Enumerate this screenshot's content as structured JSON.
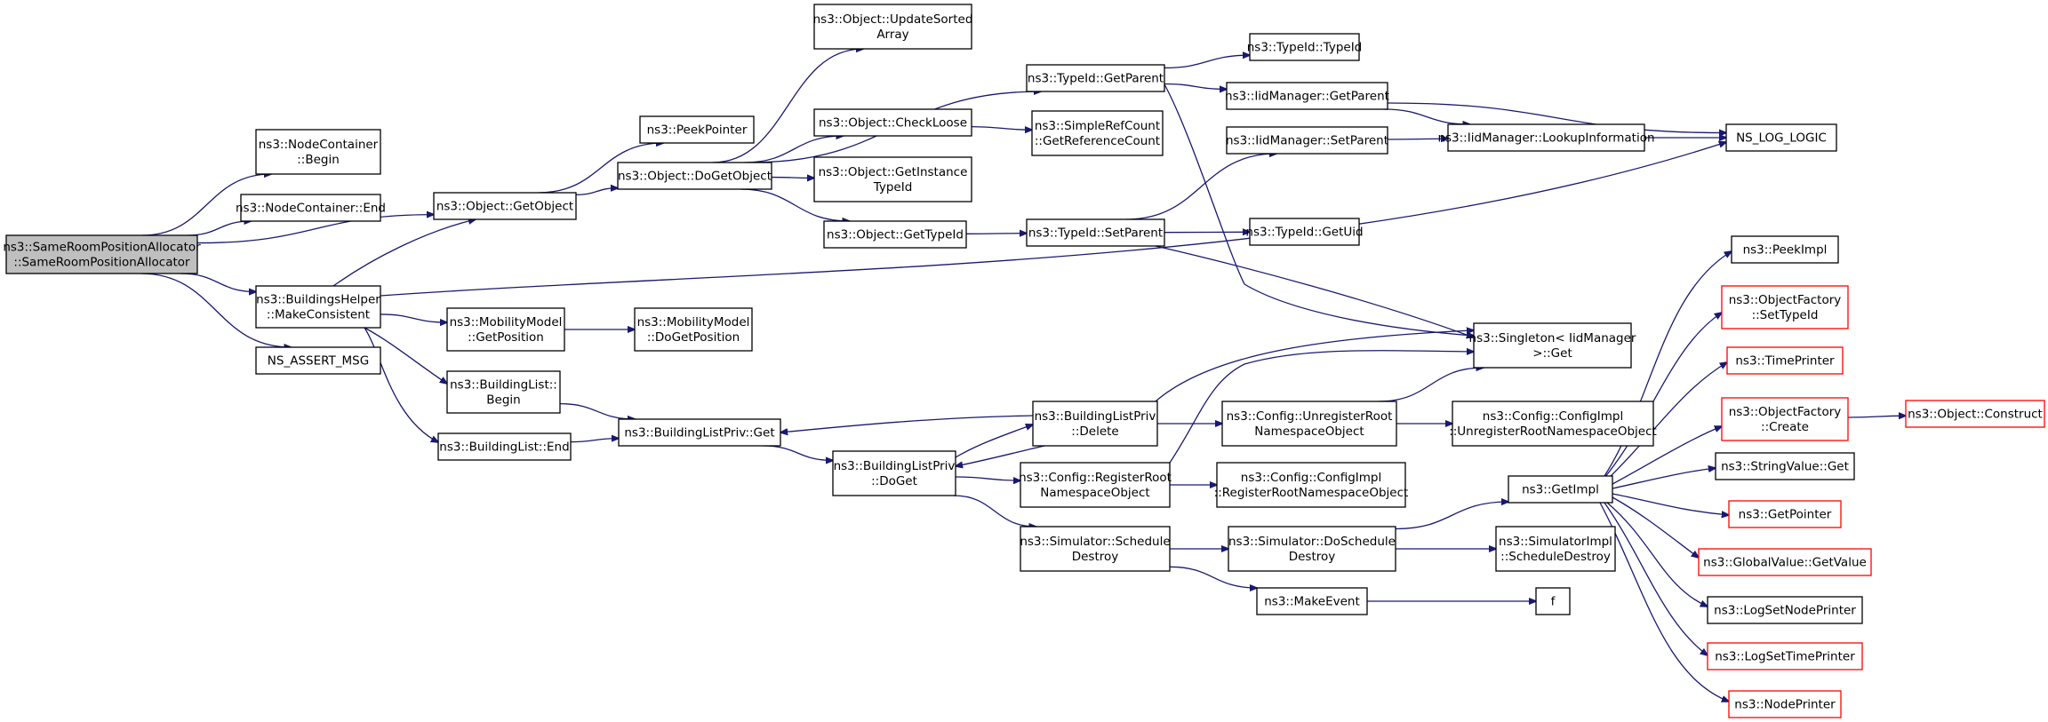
{
  "nodes": [
    {
      "id": "root",
      "lines": [
        "ns3::SameRoomPositionAllocator",
        "::SameRoomPositionAllocator"
      ],
      "root": true
    },
    {
      "id": "nc_begin",
      "lines": [
        "ns3::NodeContainer",
        "::Begin"
      ]
    },
    {
      "id": "nc_end",
      "lines": [
        "ns3::NodeContainer::End"
      ]
    },
    {
      "id": "obj_getobject",
      "lines": [
        "ns3::Object::GetObject"
      ]
    },
    {
      "id": "bh_make",
      "lines": [
        "ns3::BuildingsHelper",
        "::MakeConsistent"
      ]
    },
    {
      "id": "ns_assert",
      "lines": [
        "NS_ASSERT_MSG"
      ]
    },
    {
      "id": "peekpointer",
      "lines": [
        "ns3::PeekPointer"
      ]
    },
    {
      "id": "dogetobject",
      "lines": [
        "ns3::Object::DoGetObject"
      ]
    },
    {
      "id": "updatesorted",
      "lines": [
        "ns3::Object::UpdateSorted",
        "Array"
      ]
    },
    {
      "id": "checkloose",
      "lines": [
        "ns3::Object::CheckLoose"
      ]
    },
    {
      "id": "getinstance",
      "lines": [
        "ns3::Object::GetInstance",
        "TypeId"
      ]
    },
    {
      "id": "obj_gettypeid",
      "lines": [
        "ns3::Object::GetTypeId"
      ]
    },
    {
      "id": "tid_getparent",
      "lines": [
        "ns3::TypeId::GetParent"
      ]
    },
    {
      "id": "simplerefcount",
      "lines": [
        "ns3::SimpleRefCount",
        "::GetReferenceCount"
      ]
    },
    {
      "id": "tid_setparent",
      "lines": [
        "ns3::TypeId::SetParent"
      ]
    },
    {
      "id": "tid_typeid",
      "lines": [
        "ns3::TypeId::TypeId"
      ]
    },
    {
      "id": "iid_getparent",
      "lines": [
        "ns3::IidManager::GetParent"
      ]
    },
    {
      "id": "iid_setparent",
      "lines": [
        "ns3::IidManager::SetParent"
      ]
    },
    {
      "id": "tid_getuid",
      "lines": [
        "ns3::TypeId::GetUid"
      ]
    },
    {
      "id": "iid_lookup",
      "lines": [
        "ns3::IidManager::LookupInformation"
      ]
    },
    {
      "id": "ns_log_logic",
      "lines": [
        "NS_LOG_LOGIC"
      ]
    },
    {
      "id": "singleton_get",
      "lines": [
        "ns3::Singleton< IidManager",
        " >::Get"
      ]
    },
    {
      "id": "mm_getposition",
      "lines": [
        "ns3::MobilityModel",
        "::GetPosition"
      ]
    },
    {
      "id": "mm_dogetposition",
      "lines": [
        "ns3::MobilityModel",
        "::DoGetPosition"
      ]
    },
    {
      "id": "bl_begin",
      "lines": [
        "ns3::BuildingList::",
        "Begin"
      ]
    },
    {
      "id": "bl_end",
      "lines": [
        "ns3::BuildingList::End"
      ]
    },
    {
      "id": "blp_get",
      "lines": [
        "ns3::BuildingListPriv::Get"
      ]
    },
    {
      "id": "blp_doget",
      "lines": [
        "ns3::BuildingListPriv",
        "::DoGet"
      ]
    },
    {
      "id": "blp_delete",
      "lines": [
        "ns3::BuildingListPriv",
        "::Delete"
      ]
    },
    {
      "id": "cfg_unregister",
      "lines": [
        "ns3::Config::UnregisterRoot",
        "NamespaceObject"
      ]
    },
    {
      "id": "cfgimpl_unregister",
      "lines": [
        "ns3::Config::ConfigImpl",
        "::UnregisterRootNamespaceObject"
      ]
    },
    {
      "id": "cfg_register",
      "lines": [
        "ns3::Config::RegisterRoot",
        "NamespaceObject"
      ]
    },
    {
      "id": "cfgimpl_register",
      "lines": [
        "ns3::Config::ConfigImpl",
        "::RegisterRootNamespaceObject"
      ]
    },
    {
      "id": "sim_schedule",
      "lines": [
        "ns3::Simulator::Schedule",
        "Destroy"
      ]
    },
    {
      "id": "sim_doschedule",
      "lines": [
        "ns3::Simulator::DoSchedule",
        "Destroy"
      ]
    },
    {
      "id": "makeevent",
      "lines": [
        "ns3::MakeEvent"
      ]
    },
    {
      "id": "f",
      "lines": [
        "f"
      ]
    },
    {
      "id": "getimpl",
      "lines": [
        "ns3::GetImpl"
      ]
    },
    {
      "id": "simimpl_schedule",
      "lines": [
        "ns3::SimulatorImpl",
        "::ScheduleDestroy"
      ]
    },
    {
      "id": "peekimpl",
      "lines": [
        "ns3::PeekImpl"
      ]
    },
    {
      "id": "of_settypeid",
      "lines": [
        "ns3::ObjectFactory",
        "::SetTypeId"
      ],
      "truncated": true
    },
    {
      "id": "timeprinter",
      "lines": [
        "ns3::TimePrinter"
      ],
      "truncated": true
    },
    {
      "id": "of_create",
      "lines": [
        "ns3::ObjectFactory",
        "::Create"
      ],
      "truncated": true
    },
    {
      "id": "obj_construct",
      "lines": [
        "ns3::Object::Construct"
      ],
      "truncated": true
    },
    {
      "id": "stringvalue_get",
      "lines": [
        "ns3::StringValue::Get"
      ]
    },
    {
      "id": "getpointer",
      "lines": [
        "ns3::GetPointer"
      ],
      "truncated": true
    },
    {
      "id": "gv_getvalue",
      "lines": [
        "ns3::GlobalValue::GetValue"
      ],
      "truncated": true
    },
    {
      "id": "logsetnodeprinter",
      "lines": [
        "ns3::LogSetNodePrinter"
      ]
    },
    {
      "id": "logsettimeprinter",
      "lines": [
        "ns3::LogSetTimePrinter"
      ],
      "truncated": true
    },
    {
      "id": "nodeprinter",
      "lines": [
        "ns3::NodePrinter"
      ],
      "truncated": true
    }
  ],
  "edges": [
    [
      "root",
      "nc_begin"
    ],
    [
      "root",
      "nc_end"
    ],
    [
      "root",
      "obj_getobject"
    ],
    [
      "root",
      "bh_make"
    ],
    [
      "root",
      "ns_assert"
    ],
    [
      "obj_getobject",
      "peekpointer"
    ],
    [
      "obj_getobject",
      "dogetobject"
    ],
    [
      "dogetobject",
      "updatesorted"
    ],
    [
      "dogetobject",
      "tid_getparent"
    ],
    [
      "dogetobject",
      "checkloose"
    ],
    [
      "dogetobject",
      "getinstance"
    ],
    [
      "dogetobject",
      "obj_gettypeid"
    ],
    [
      "checkloose",
      "simplerefcount"
    ],
    [
      "tid_getparent",
      "tid_typeid"
    ],
    [
      "tid_getparent",
      "iid_getparent"
    ],
    [
      "tid_getparent",
      "singleton_get"
    ],
    [
      "iid_getparent",
      "iid_lookup"
    ],
    [
      "iid_getparent",
      "ns_log_logic"
    ],
    [
      "iid_setparent",
      "iid_lookup"
    ],
    [
      "iid_lookup",
      "ns_log_logic"
    ],
    [
      "obj_gettypeid",
      "tid_setparent"
    ],
    [
      "tid_setparent",
      "iid_setparent"
    ],
    [
      "tid_setparent",
      "tid_getuid"
    ],
    [
      "tid_setparent",
      "singleton_get"
    ],
    [
      "bh_make",
      "obj_getobject"
    ],
    [
      "bh_make",
      "ns_log_logic"
    ],
    [
      "bh_make",
      "mm_getposition"
    ],
    [
      "bh_make",
      "bl_begin"
    ],
    [
      "bh_make",
      "bl_end"
    ],
    [
      "mm_getposition",
      "mm_dogetposition"
    ],
    [
      "bl_begin",
      "blp_get"
    ],
    [
      "bl_end",
      "blp_get"
    ],
    [
      "blp_get",
      "blp_doget"
    ],
    [
      "blp_doget",
      "blp_delete"
    ],
    [
      "blp_doget",
      "cfg_register"
    ],
    [
      "blp_doget",
      "sim_schedule"
    ],
    [
      "blp_delete",
      "blp_get"
    ],
    [
      "blp_delete",
      "blp_doget"
    ],
    [
      "blp_delete",
      "singleton_get"
    ],
    [
      "blp_delete",
      "cfg_unregister"
    ],
    [
      "cfg_unregister",
      "singleton_get"
    ],
    [
      "cfg_unregister",
      "cfgimpl_unregister"
    ],
    [
      "cfg_register",
      "singleton_get"
    ],
    [
      "cfg_register",
      "cfgimpl_register"
    ],
    [
      "sim_schedule",
      "sim_doschedule"
    ],
    [
      "sim_schedule",
      "makeevent"
    ],
    [
      "sim_doschedule",
      "getimpl"
    ],
    [
      "sim_doschedule",
      "simimpl_schedule"
    ],
    [
      "makeevent",
      "f"
    ],
    [
      "getimpl",
      "peekimpl"
    ],
    [
      "getimpl",
      "of_settypeid"
    ],
    [
      "getimpl",
      "timeprinter"
    ],
    [
      "getimpl",
      "of_create"
    ],
    [
      "getimpl",
      "stringvalue_get"
    ],
    [
      "getimpl",
      "getpointer"
    ],
    [
      "getimpl",
      "gv_getvalue"
    ],
    [
      "getimpl",
      "logsetnodeprinter"
    ],
    [
      "getimpl",
      "logsettimeprinter"
    ],
    [
      "getimpl",
      "nodeprinter"
    ],
    [
      "of_create",
      "obj_construct"
    ]
  ],
  "colors": {
    "edge": "#191970",
    "node_border": "#000000",
    "root_fill": "#bfbfbf",
    "truncated_border": "#ff0000"
  }
}
